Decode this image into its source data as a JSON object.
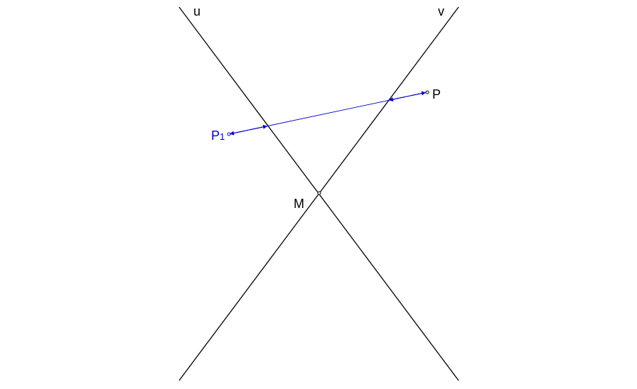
{
  "diagram": {
    "labels": {
      "u": "u",
      "v": "v",
      "M": "M",
      "P": "P",
      "P1_main": "P",
      "P1_sub": "1"
    },
    "colors": {
      "line": "#000000",
      "construction": "#0000cc",
      "background": "#ffffff"
    }
  }
}
